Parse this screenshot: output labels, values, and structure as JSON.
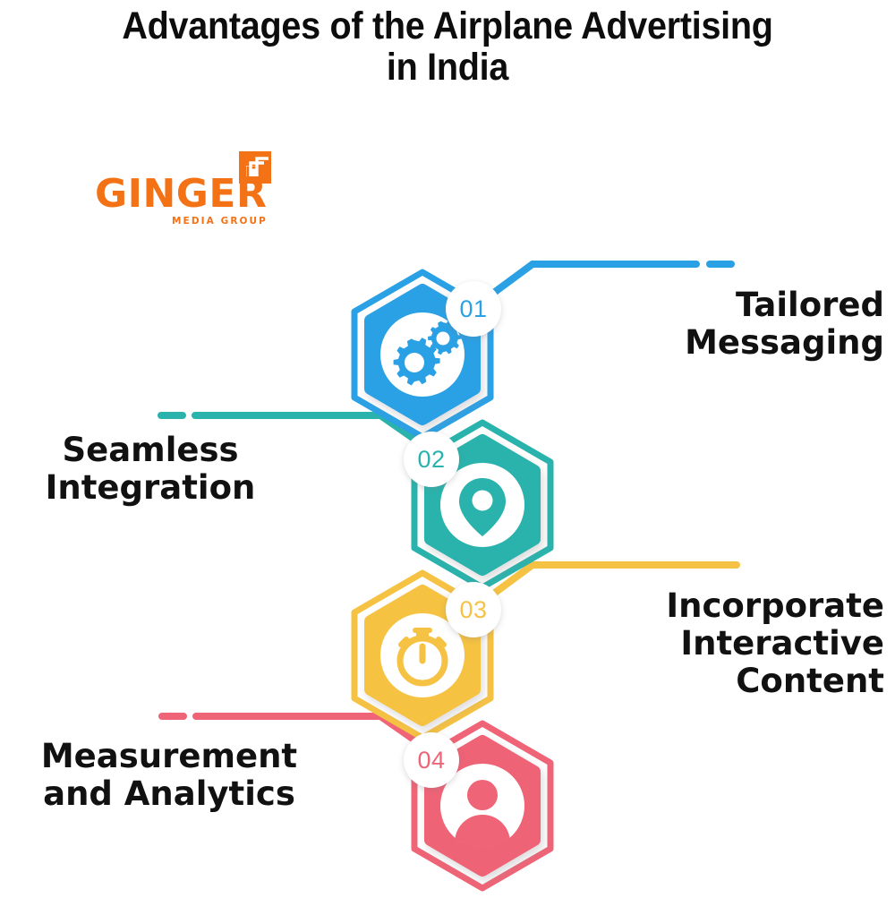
{
  "title": "Advantages of the Airplane Advertising\nin India",
  "logo": {
    "wordmark": "GINGER",
    "tagline": "MEDIA GROUP",
    "mark_icon": "nested-squares-icon",
    "color": "#F47216"
  },
  "items": [
    {
      "number": "01",
      "label": "Tailored\nMessaging",
      "color": "#2BA1E5",
      "icon": "gears-icon",
      "side": "right"
    },
    {
      "number": "02",
      "label": "Seamless\nIntegration",
      "color": "#29B3AC",
      "icon": "location-pin-icon",
      "side": "left"
    },
    {
      "number": "03",
      "label": "Incorporate\nInteractive\nContent",
      "color": "#F6C243",
      "icon": "stopwatch-icon",
      "side": "right"
    },
    {
      "number": "04",
      "label": "Measurement\nand Analytics",
      "color": "#EF6476",
      "icon": "user-person-icon",
      "side": "left"
    }
  ],
  "background": "#FFFFFF"
}
